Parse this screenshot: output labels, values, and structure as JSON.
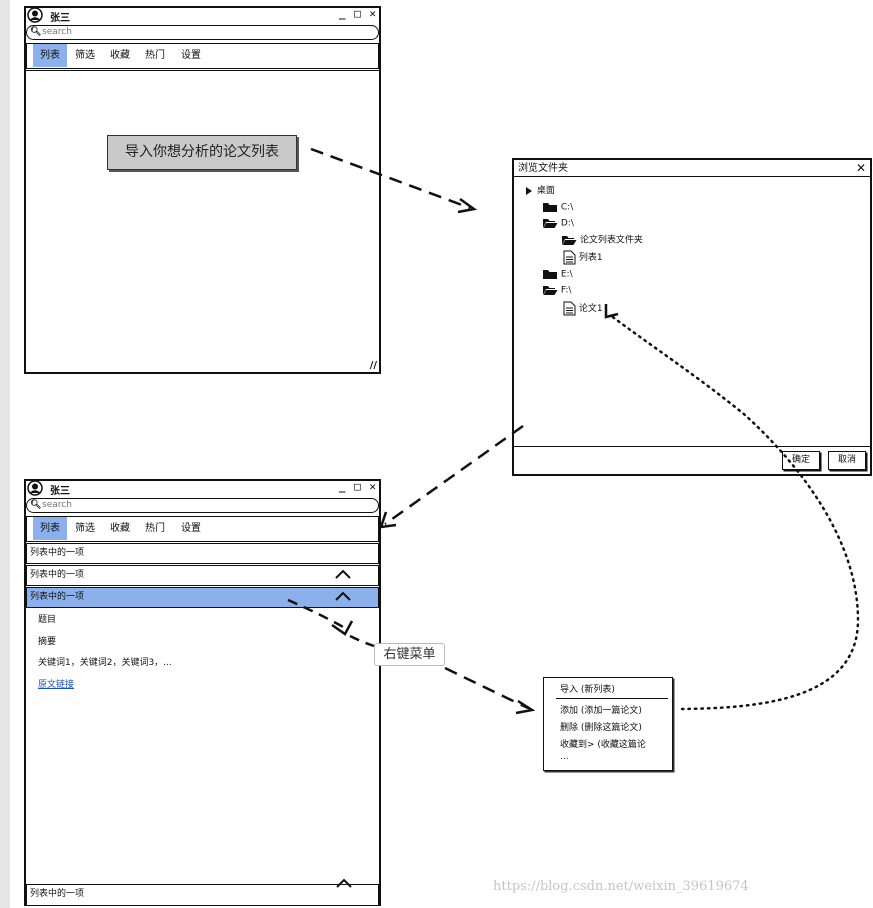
{
  "app_top": {
    "username": "张三",
    "window_controls": "_ □ ✕",
    "search_placeholder": "search",
    "tabs": [
      "列表",
      "筛选",
      "收藏",
      "热门",
      "设置"
    ],
    "import_button": "导入你想分析的论文列表"
  },
  "folder_dialog": {
    "title": "浏览文件夹",
    "close": "✕",
    "tree": [
      {
        "label": "桌面",
        "icon": "triangle-right-icon"
      },
      {
        "label": "C:\\",
        "icon": "folder-closed-icon"
      },
      {
        "label": "D:\\",
        "icon": "folder-open-icon"
      },
      {
        "label": "论文列表文件夹",
        "icon": "folder-open-icon"
      },
      {
        "label": "列表1",
        "icon": "document-icon"
      },
      {
        "label": "E:\\",
        "icon": "folder-closed-icon"
      },
      {
        "label": "F:\\",
        "icon": "folder-open-icon"
      },
      {
        "label": "论文1",
        "icon": "document-icon"
      }
    ],
    "ok_button": "确定",
    "cancel_button": "取消"
  },
  "app_bottom": {
    "username": "张三",
    "window_controls": "_ □ ✕",
    "search_placeholder": "search",
    "tabs": [
      "列表",
      "筛选",
      "收藏",
      "热门",
      "设置"
    ],
    "list_items": [
      "列表中的一项",
      "列表中的一项",
      "列表中的一项"
    ],
    "detail": {
      "title": "题目",
      "abstract": "摘要",
      "keywords": "关键词1，关键词2，关键词3，...",
      "link": "原文链接"
    },
    "last_item": "列表中的一项"
  },
  "callout": "右键菜单",
  "context_menu": {
    "items": [
      "导入   (新列表)",
      "添加   (添加一篇论文)",
      "删除   (删除这篇论文)",
      "收藏到>   (收藏这篇论",
      "..."
    ]
  },
  "watermark": "https://blog.csdn.net/weixin_39619674",
  "colors": {
    "selected": "#8cb0ec",
    "button_gray": "#c9c9c9",
    "link": "#1a4fc4"
  }
}
